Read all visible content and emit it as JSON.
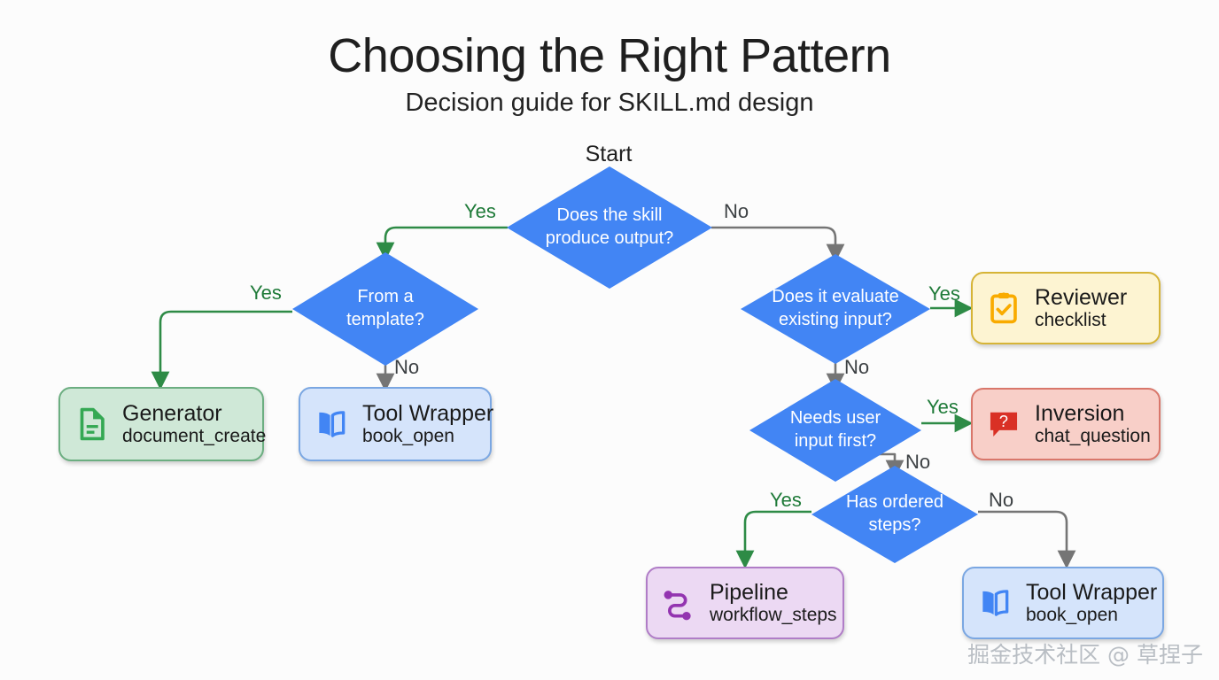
{
  "header": {
    "title": "Choosing the Right Pattern",
    "subtitle": "Decision guide for SKILL.md design"
  },
  "diagram": {
    "start_label": "Start",
    "decisions": [
      {
        "id": "produce-output",
        "text": "Does the skill\nproduce output?"
      },
      {
        "id": "from-template",
        "text": "From a\ntemplate?"
      },
      {
        "id": "evaluate-input",
        "text": "Does it evaluate\nexisting input?"
      },
      {
        "id": "needs-user-input",
        "text": "Needs user\ninput first?"
      },
      {
        "id": "has-ordered-steps",
        "text": "Has ordered\nsteps?"
      }
    ],
    "outcomes": [
      {
        "id": "generator",
        "title": "Generator",
        "subtitle": "document_create",
        "icon": "document-icon",
        "color": "#34a853",
        "fill": "#cfe8d7",
        "border": "#6cae81"
      },
      {
        "id": "tool-wrapper-left",
        "title": "Tool Wrapper",
        "subtitle": "book_open",
        "icon": "book-open-icon",
        "color": "#4285f4",
        "fill": "#d5e4fb",
        "border": "#7ba7e2"
      },
      {
        "id": "reviewer",
        "title": "Reviewer",
        "subtitle": "checklist",
        "icon": "clipboard-check-icon",
        "color": "#f9ab00",
        "fill": "#fdf4d2",
        "border": "#d6b437"
      },
      {
        "id": "inversion",
        "title": "Inversion",
        "subtitle": "chat_question",
        "icon": "chat-question-icon",
        "color": "#d93025",
        "fill": "#f8cfc8",
        "border": "#d9776b"
      },
      {
        "id": "pipeline",
        "title": "Pipeline",
        "subtitle": "workflow_steps",
        "icon": "workflow-steps-icon",
        "color": "#9334b0",
        "fill": "#ecd9f3",
        "border": "#b07dc7"
      },
      {
        "id": "tool-wrapper-bottom",
        "title": "Tool Wrapper",
        "subtitle": "book_open",
        "icon": "book-open-icon",
        "color": "#4285f4",
        "fill": "#d5e4fb",
        "border": "#7ba7e2"
      }
    ],
    "edges": [
      {
        "id": "e1",
        "label": "Yes",
        "from": "produce-output",
        "to": "from-template"
      },
      {
        "id": "e2",
        "label": "No",
        "from": "produce-output",
        "to": "evaluate-input"
      },
      {
        "id": "e3",
        "label": "Yes",
        "from": "from-template",
        "to": "generator"
      },
      {
        "id": "e4",
        "label": "No",
        "from": "from-template",
        "to": "tool-wrapper-left"
      },
      {
        "id": "e5",
        "label": "Yes",
        "from": "evaluate-input",
        "to": "reviewer"
      },
      {
        "id": "e6",
        "label": "No",
        "from": "evaluate-input",
        "to": "needs-user-input"
      },
      {
        "id": "e7",
        "label": "Yes",
        "from": "needs-user-input",
        "to": "inversion"
      },
      {
        "id": "e8",
        "label": "No",
        "from": "needs-user-input",
        "to": "has-ordered-steps"
      },
      {
        "id": "e9",
        "label": "Yes",
        "from": "has-ordered-steps",
        "to": "pipeline"
      },
      {
        "id": "e10",
        "label": "No",
        "from": "has-ordered-steps",
        "to": "tool-wrapper-bottom"
      }
    ]
  },
  "colors": {
    "decision_fill": "#4285f4",
    "yes_edge": "#2e8b46",
    "no_edge": "#757575"
  },
  "watermark": "掘金技术社区 @ 草捏子"
}
